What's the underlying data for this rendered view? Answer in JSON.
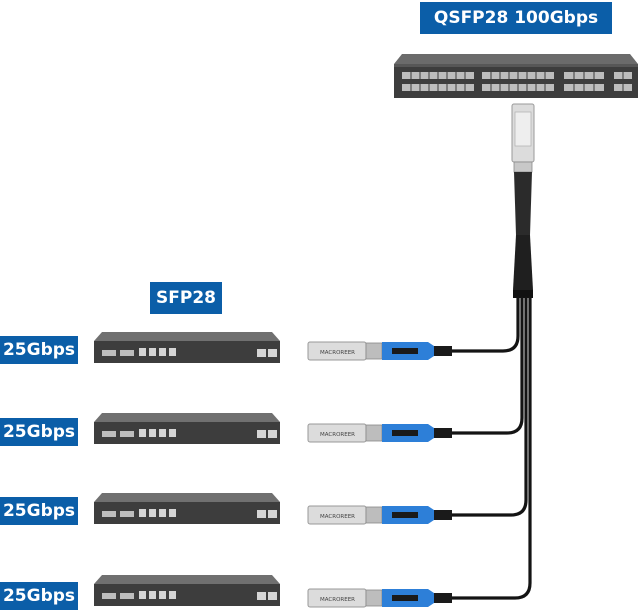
{
  "qsfp_label": "QSFP28  100Gbps",
  "sfp_label": "SFP28",
  "speed_labels": [
    "25Gbps",
    "25Gbps",
    "25Gbps",
    "25Gbps"
  ],
  "brand_label": "MACROREER"
}
